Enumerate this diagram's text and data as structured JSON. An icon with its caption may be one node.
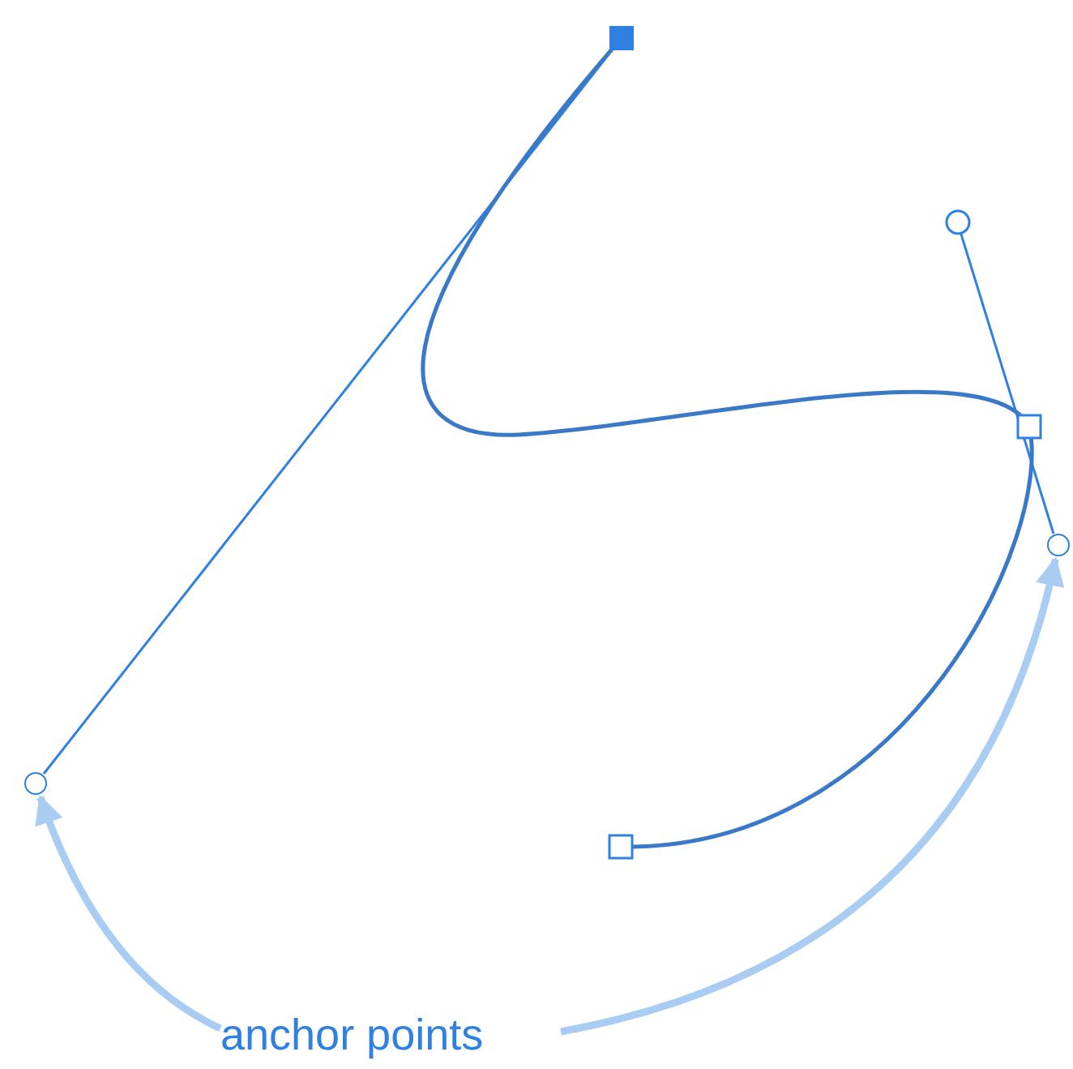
{
  "diagram": {
    "nodes": [
      {
        "text": [],
        "shape": "circle"
      },
      {
        "text": [],
        "shape": "circle"
      },
      {
        "text": [
          "anchor points"
        ]
      }
    ],
    "edges": [
      {
        "from": 2,
        "to": 0,
        "arrow": "to"
      },
      {
        "from": 2,
        "to": 1,
        "arrow": "to"
      }
    ]
  }
}
